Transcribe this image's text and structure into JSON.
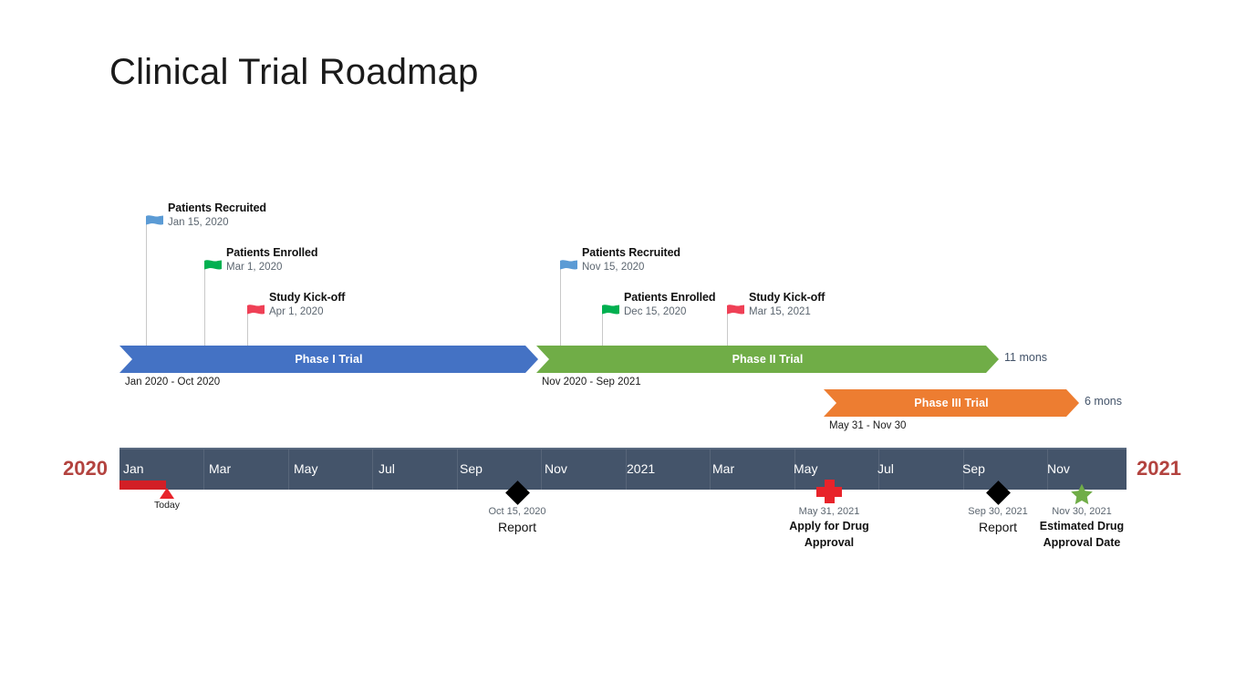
{
  "title": "Clinical Trial Roadmap",
  "chart_data": {
    "type": "timeline",
    "title": "Clinical Trial Roadmap",
    "axis": {
      "start_year": "2020",
      "end_year": "2021",
      "months": [
        "Jan",
        "Mar",
        "May",
        "Jul",
        "Sep",
        "Nov",
        "2021",
        "Mar",
        "May",
        "Jul",
        "Sep",
        "Nov"
      ],
      "today_label": "Today"
    },
    "phases": [
      {
        "name": "Phase I Trial",
        "range": "Jan 2020 - Oct 2020",
        "duration": "",
        "color": "#4472c4"
      },
      {
        "name": "Phase II Trial",
        "range": "Nov 2020 - Sep 2021",
        "duration": "11 mons",
        "color": "#70ad47"
      },
      {
        "name": "Phase III Trial",
        "range": "May 31 - Nov 30",
        "duration": "6 mons",
        "color": "#ed7d31"
      }
    ],
    "flag_milestones": [
      {
        "title": "Patients Recruited",
        "date": "Jan 15, 2020",
        "color": "#5b9bd5"
      },
      {
        "title": "Patients Enrolled",
        "date": "Mar 1, 2020",
        "color": "#00b050"
      },
      {
        "title": "Study Kick-off",
        "date": "Apr 1, 2020",
        "color": "#ef4056"
      },
      {
        "title": "Patients Recruited",
        "date": "Nov 15, 2020",
        "color": "#5b9bd5"
      },
      {
        "title": "Patients Enrolled",
        "date": "Dec 15, 2020",
        "color": "#00b050"
      },
      {
        "title": "Study Kick-off",
        "date": "Mar 15, 2021",
        "color": "#ef4056"
      }
    ],
    "axis_milestones": [
      {
        "name": "Report",
        "date": "Oct 15, 2020",
        "icon": "black-diamond"
      },
      {
        "name": "Apply for Drug\nApproval",
        "date": "May 31, 2021",
        "icon": "red-cross"
      },
      {
        "name": "Report",
        "date": "Sep 30, 2021",
        "icon": "black-diamond"
      },
      {
        "name": "Estimated Drug\nApproval Date",
        "date": "Nov 30, 2021",
        "icon": "green-star"
      }
    ]
  },
  "flags": [
    {
      "title": "Patients Recruited",
      "date": "Jan 15, 2020"
    },
    {
      "title": "Patients Enrolled",
      "date": "Mar 1, 2020"
    },
    {
      "title": "Study Kick-off",
      "date": "Apr 1, 2020"
    },
    {
      "title": "Patients Recruited",
      "date": "Nov 15, 2020"
    },
    {
      "title": "Patients Enrolled",
      "date": "Dec 15, 2020"
    },
    {
      "title": "Study Kick-off",
      "date": "Mar 15, 2021"
    }
  ],
  "phases": [
    {
      "label": "Phase I Trial",
      "range": "Jan 2020 - Oct 2020",
      "duration": ""
    },
    {
      "label": "Phase II Trial",
      "range": "Nov 2020 - Sep 2021",
      "duration": "11 mons"
    },
    {
      "label": "Phase III Trial",
      "range": "May 31 - Nov 30",
      "duration": "6 mons"
    }
  ],
  "axis": {
    "year_left": "2020",
    "year_right": "2021",
    "today": "Today",
    "months": [
      "Jan",
      "Mar",
      "May",
      "Jul",
      "Sep",
      "Nov",
      "2021",
      "Mar",
      "May",
      "Jul",
      "Sep",
      "Nov"
    ]
  },
  "milestones": [
    {
      "date": "Oct 15, 2020",
      "line1": "Report",
      "line2": ""
    },
    {
      "date": "May 31, 2021",
      "line1": "Apply for Drug",
      "line2": "Approval"
    },
    {
      "date": "Sep 30, 2021",
      "line1": "Report",
      "line2": ""
    },
    {
      "date": "Nov 30, 2021",
      "line1": "Estimated Drug",
      "line2": "Approval Date"
    }
  ]
}
